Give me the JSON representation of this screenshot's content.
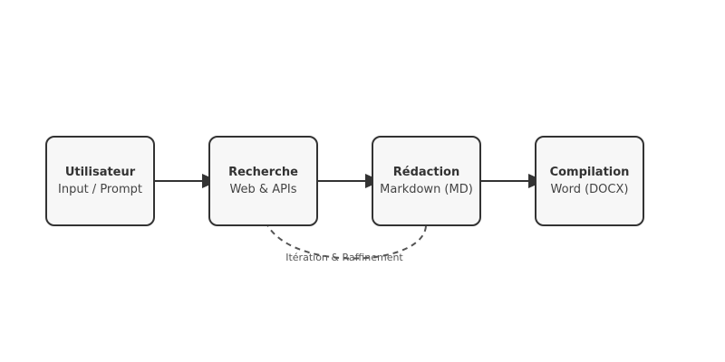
{
  "nodes": [
    {
      "title": "Utilisateur",
      "subtitle": "Input / Prompt"
    },
    {
      "title": "Recherche",
      "subtitle": "Web & APIs"
    },
    {
      "title": "Rédaction",
      "subtitle": "Markdown (MD)"
    },
    {
      "title": "Compilation",
      "subtitle": "Word (DOCX)"
    }
  ],
  "loop_label": "Itération & Raffinement",
  "colors": {
    "stroke": "#333333",
    "fill": "#f7f7f7"
  }
}
